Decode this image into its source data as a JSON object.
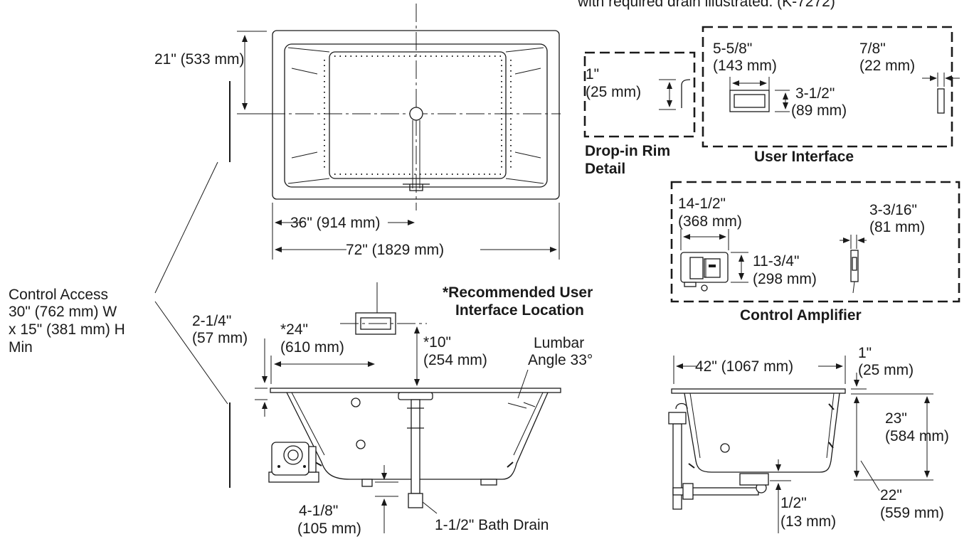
{
  "header_note": "with required drain illustrated. (K-7272)",
  "plan_view": {
    "width_label": "21\" (533 mm)",
    "center_label": "36\" (914 mm)",
    "length_label": "72\" (1829 mm)"
  },
  "control_access": {
    "line1": "Control Access",
    "line2": "30\" (762 mm) W",
    "line3": "x 15\" (381 mm) H",
    "line4": "Min"
  },
  "side_view": {
    "recommended_line1": "*Recommended User",
    "recommended_line2": "Interface Location",
    "rim_offset_line1": "2-1/4\"",
    "rim_offset_line2": "(57 mm)",
    "ui_distance_line1": "*24\"",
    "ui_distance_line2": "(610 mm)",
    "ui_height_line1": "*10\"",
    "ui_height_line2": "(254 mm)",
    "lumbar_line1": "Lumbar",
    "lumbar_line2": "Angle 33°",
    "drain_offset_line1": "4-1/8\"",
    "drain_offset_line2": "(105 mm)",
    "bath_drain": "1-1/2\" Bath Drain"
  },
  "drop_in_rim": {
    "dim_line1": "1\"",
    "dim_line2": "(25 mm)",
    "caption_line1": "Drop-in Rim",
    "caption_line2": "Detail"
  },
  "user_interface": {
    "width_line1": "5-5/8\"",
    "width_line2": "(143 mm)",
    "depth_line1": "7/8\"",
    "depth_line2": "(22 mm)",
    "height_line1": "3-1/2\"",
    "height_line2": "(89 mm)",
    "caption": "User Interface"
  },
  "control_amplifier": {
    "width_line1": "14-1/2\"",
    "width_line2": "(368 mm)",
    "depth_line1": "3-3/16\"",
    "depth_line2": "(81 mm)",
    "height_line1": "11-3/4\"",
    "height_line2": "(298 mm)",
    "caption": "Control Amplifier"
  },
  "end_view": {
    "width_label": "42\" (1067 mm)",
    "rim_line1": "1\"",
    "rim_line2": "(25 mm)",
    "height_line1": "23\"",
    "height_line2": "(584 mm)",
    "inner_height_line1": "22\"",
    "inner_height_line2": "(559 mm)",
    "bottom_line1": "1/2\"",
    "bottom_line2": "(13 mm)"
  }
}
